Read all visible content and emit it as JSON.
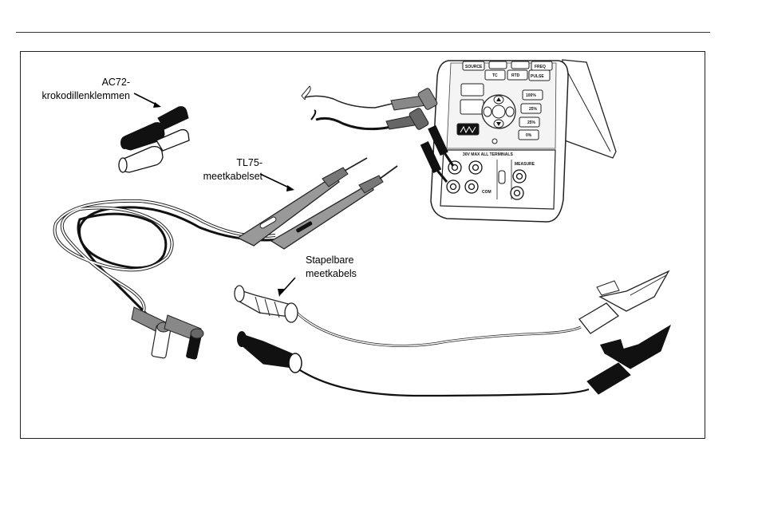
{
  "labels": {
    "ac72_line1": "AC72-",
    "ac72_line2": "krokodillenklemmen",
    "tl75_line1": "TL75-",
    "tl75_line2": "meetkabelset",
    "stack_line1": "Stapelbare",
    "stack_line2": "meetkabels"
  },
  "device_buttons": {
    "source": "SOURCE",
    "freq": "FREQ",
    "tc": "TC",
    "rtd": "RTD",
    "pulse": "PULSE",
    "range": "100%",
    "pct25_up": "25%",
    "pct25_down": "25%",
    "pct0": "0%",
    "terminals_warning": "30V MAX ALL TERMINALS",
    "measure": "MEASURE",
    "com": "COM"
  }
}
